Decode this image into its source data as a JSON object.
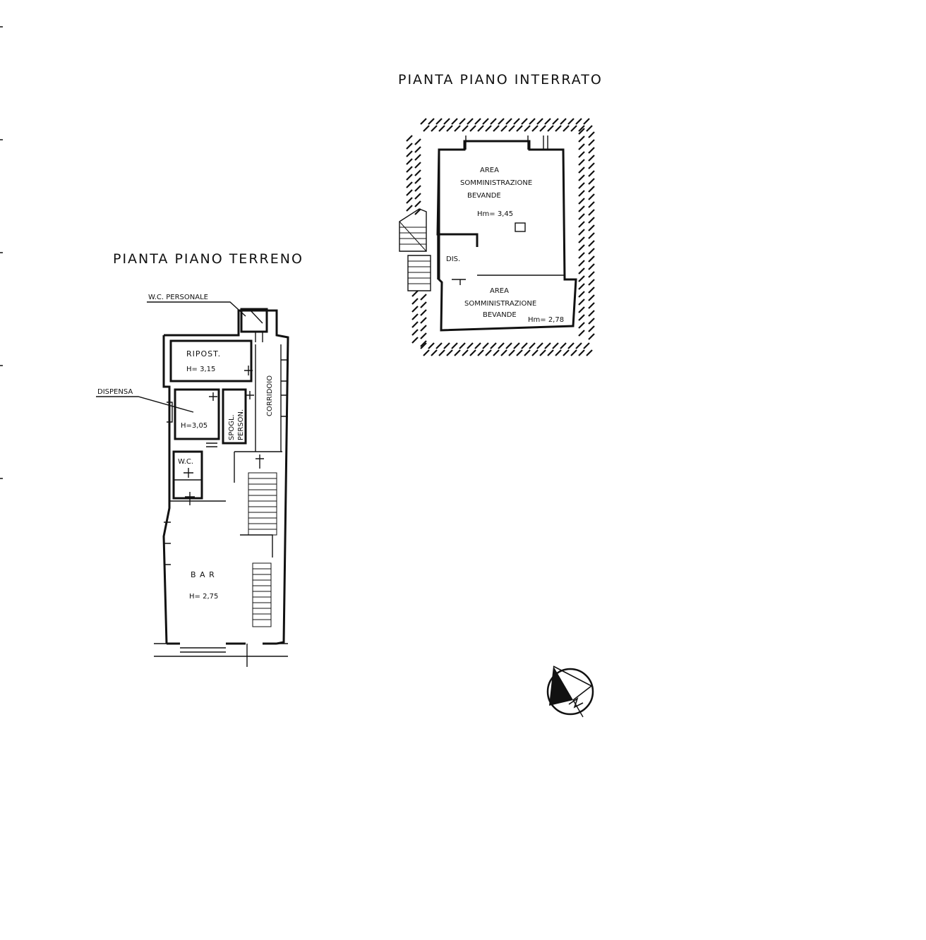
{
  "colors": {
    "ink": "#111111",
    "paper": "#ffffff"
  },
  "ground_floor": {
    "title": "PIANTA PIANO TERRENO",
    "rooms": {
      "wc_personale": "W.C. PERSONALE",
      "ripost": "RIPOST.",
      "ripost_h": "H= 3,15",
      "dispensa": "DISPENSA",
      "dispensa_h": "H=3,05",
      "spogl_1": "SPOGL.",
      "spogl_2": "PERSON.",
      "corridoio": "CORRIDOIO",
      "wc": "W.C.",
      "bar": "B A R",
      "bar_h": "H= 2,75"
    }
  },
  "basement": {
    "title": "PIANTA PIANO INTERRATO",
    "rooms": {
      "area1_l1": "AREA",
      "area1_l2": "SOMMINISTRAZIONE",
      "area1_l3": "BEVANDE",
      "area1_h": "Hm= 3,45",
      "dis": "DIS.",
      "area2_l1": "AREA",
      "area2_l2": "SOMMINISTRAZIONE",
      "area2_l3": "BEVANDE",
      "area2_h": "Hm= 2,78"
    }
  },
  "north_arrow": {
    "icon": "north-arrow-icon"
  }
}
